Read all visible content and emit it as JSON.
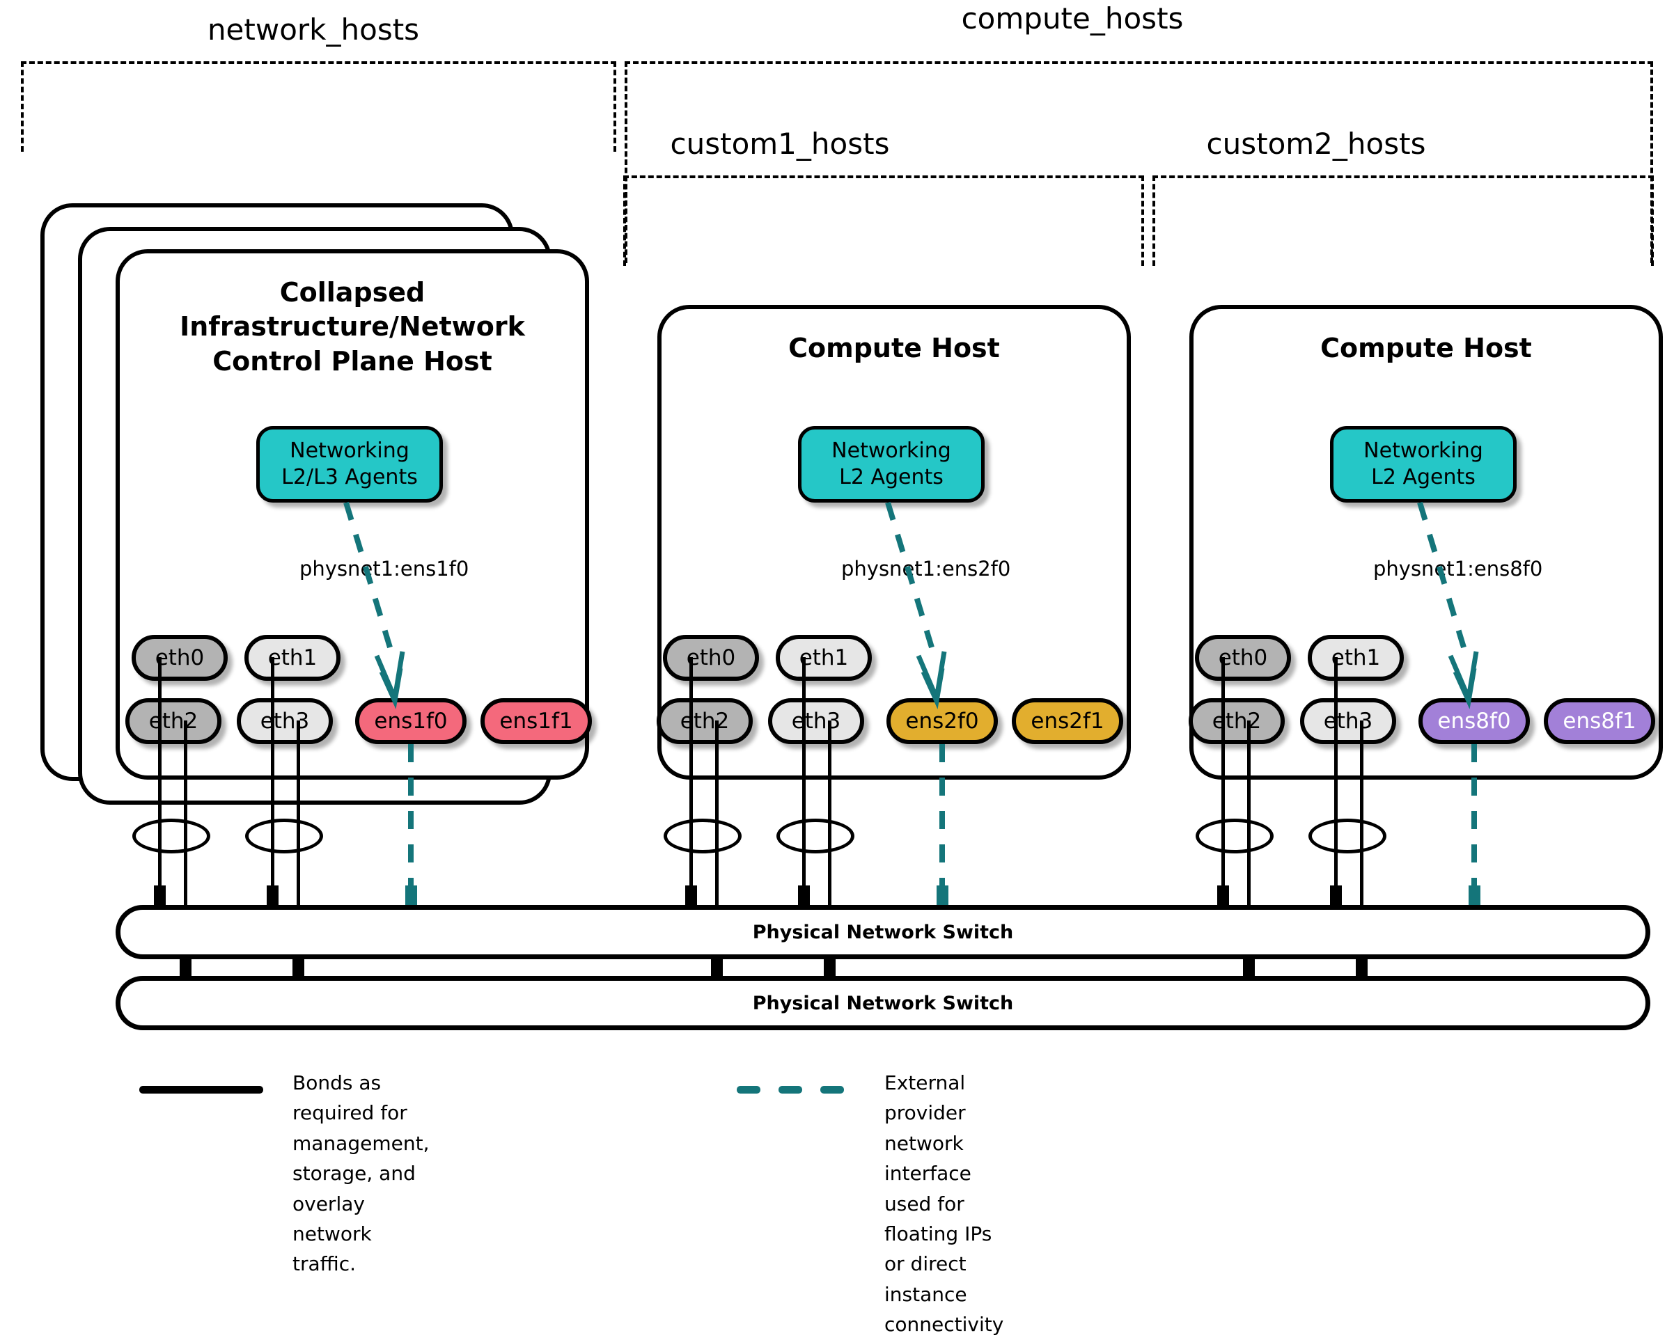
{
  "groups": [
    {
      "name": "network_hosts",
      "label": "network_hosts"
    },
    {
      "name": "compute_hosts",
      "label": "compute_hosts"
    },
    {
      "name": "custom1_hosts",
      "label": "custom1_hosts"
    },
    {
      "name": "custom2_hosts",
      "label": "custom2_hosts"
    }
  ],
  "hosts": [
    {
      "id": "network-host",
      "title": "Collapsed\nInfrastructure/Network\nControl Plane Host",
      "title_lines": [
        "Collapsed",
        "Infrastructure/Network",
        "Control Plane Host"
      ],
      "stacked": true,
      "agent": {
        "lines": [
          "Networking",
          "L2/L3 Agents"
        ],
        "color": "#25c7c7"
      },
      "physnet_label": "physnet1:ens1f0",
      "nics_top": [
        {
          "label": "eth0",
          "style": "grey-d"
        },
        {
          "label": "eth1",
          "style": "grey-l"
        }
      ],
      "nics_bottom": [
        {
          "label": "eth2",
          "style": "grey-d"
        },
        {
          "label": "eth3",
          "style": "grey-l"
        },
        {
          "label": "ens1f0",
          "style": "pink"
        },
        {
          "label": "ens1f1",
          "style": "pink"
        }
      ]
    },
    {
      "id": "compute-host-1",
      "title": "Compute Host",
      "title_lines": [
        "Compute Host"
      ],
      "stacked": false,
      "agent": {
        "lines": [
          "Networking",
          "L2 Agents"
        ],
        "color": "#25c7c7"
      },
      "physnet_label": "physnet1:ens2f0",
      "nics_top": [
        {
          "label": "eth0",
          "style": "grey-d"
        },
        {
          "label": "eth1",
          "style": "grey-l"
        }
      ],
      "nics_bottom": [
        {
          "label": "eth2",
          "style": "grey-d"
        },
        {
          "label": "eth3",
          "style": "grey-l"
        },
        {
          "label": "ens2f0",
          "style": "gold"
        },
        {
          "label": "ens2f1",
          "style": "gold"
        }
      ]
    },
    {
      "id": "compute-host-2",
      "title": "Compute Host",
      "title_lines": [
        "Compute Host"
      ],
      "stacked": false,
      "agent": {
        "lines": [
          "Networking",
          "L2 Agents"
        ],
        "color": "#25c7c7"
      },
      "physnet_label": "physnet1:ens8f0",
      "nics_top": [
        {
          "label": "eth0",
          "style": "grey-d"
        },
        {
          "label": "eth1",
          "style": "grey-l"
        }
      ],
      "nics_bottom": [
        {
          "label": "eth2",
          "style": "grey-d"
        },
        {
          "label": "eth3",
          "style": "grey-l"
        },
        {
          "label": "ens8f0",
          "style": "purple"
        },
        {
          "label": "ens8f1",
          "style": "purple"
        }
      ]
    }
  ],
  "switches": [
    {
      "label": "Physical Network Switch"
    },
    {
      "label": "Physical Network Switch"
    }
  ],
  "legend": [
    {
      "style": "solid",
      "color": "#000000",
      "lines": [
        "Bonds as required for management,",
        "storage, and overlay network traffic."
      ]
    },
    {
      "style": "dashed",
      "color": "#14757a",
      "lines": [
        "External provider network interface",
        "used for floating IPs or direct",
        "instance connectivity"
      ]
    }
  ],
  "colors": {
    "teal_agent": "#25c7c7",
    "teal_link": "#14757a",
    "nic_pink": "#f4697c",
    "nic_gold": "#e2ae2e",
    "nic_purple": "#a280d8",
    "nic_grey_dark": "#b3b3b3",
    "nic_grey_light": "#e6e6e6",
    "outline": "#000000",
    "background": "#ffffff"
  }
}
